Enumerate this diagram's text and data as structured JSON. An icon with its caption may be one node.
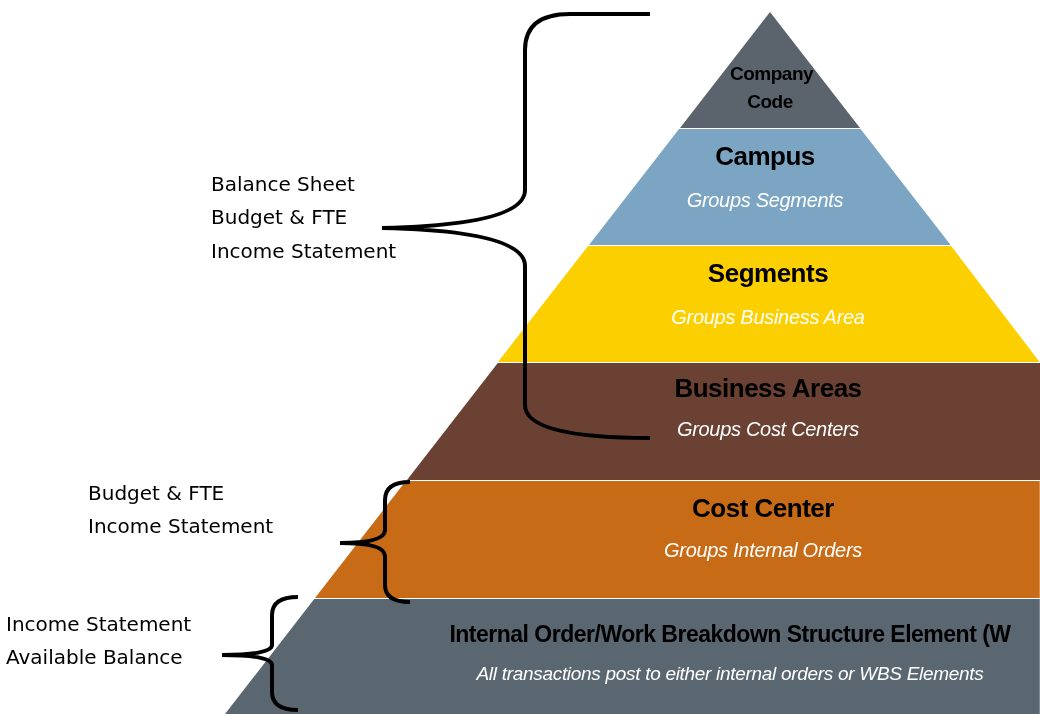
{
  "diagram": {
    "nodes": [
      {
        "text": [
          "Company Code"
        ]
      },
      {
        "text": [
          "Campus",
          "Groups Segments"
        ]
      },
      {
        "text": [
          "Segments",
          "Groups Business Area"
        ]
      },
      {
        "text": [
          "Business Areas",
          "Groups Cost Centers"
        ]
      },
      {
        "text": [
          "Cost Center",
          "Groups Internal Orders"
        ]
      },
      {
        "text": [
          "Internal Order/Work Breakdown Structure Element (W",
          "All transactions post to either internal orders or WBS Elements"
        ]
      }
    ],
    "labels": [
      "Balance Sheet",
      "Budget & FTE",
      "Income Statement",
      "Budget & FTE",
      "Income Statement",
      "Income Statement",
      "Available Balance"
    ]
  }
}
